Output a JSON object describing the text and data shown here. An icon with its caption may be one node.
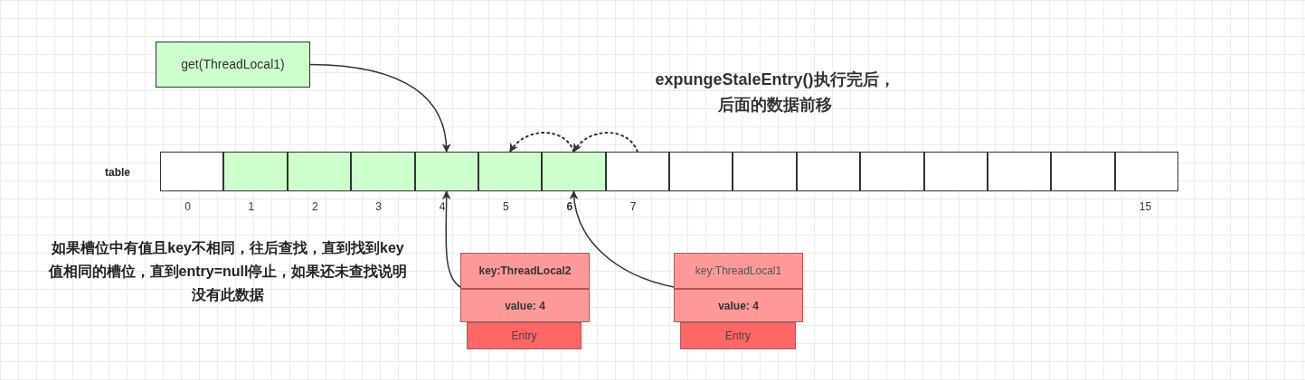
{
  "diagram": {
    "nodes": [
      {
        "text": [
          "get(ThreadLocal1)"
        ]
      },
      {
        "text": [],
        "shape": "box",
        "beside": [
          "0"
        ]
      },
      {
        "text": [],
        "shape": "box",
        "beside": [
          "1"
        ]
      },
      {
        "text": [],
        "shape": "box",
        "beside": [
          "2"
        ]
      },
      {
        "text": [],
        "shape": "box",
        "beside": [
          "3"
        ]
      },
      {
        "text": [],
        "shape": "box",
        "beside": [
          "4"
        ]
      },
      {
        "text": [],
        "shape": "box",
        "beside": [
          "5"
        ]
      },
      {
        "text": [],
        "shape": "box",
        "beside": [
          "6"
        ]
      },
      {
        "text": [],
        "shape": "box",
        "beside": [
          "7"
        ]
      },
      {
        "text": [],
        "shape": "box"
      },
      {
        "text": [],
        "shape": "box"
      },
      {
        "text": [],
        "shape": "box"
      },
      {
        "text": [],
        "shape": "box"
      },
      {
        "text": [],
        "shape": "box"
      },
      {
        "text": [],
        "shape": "box"
      },
      {
        "text": [],
        "shape": "box"
      },
      {
        "text": [],
        "shape": "box",
        "beside": [
          "15"
        ]
      },
      {
        "text": [
          "key:ThreadLocal2"
        ]
      },
      {
        "text": [
          "value: 4"
        ]
      },
      {
        "text": [
          "Entry"
        ]
      },
      {
        "text": [
          "key:ThreadLocal1"
        ]
      },
      {
        "text": [
          "value: 4"
        ]
      },
      {
        "text": [
          "Entry"
        ]
      }
    ],
    "edges": [
      {
        "from": 0,
        "to": 5,
        "arrow": "to"
      },
      {
        "from": 17,
        "to": 5,
        "arrow": "to"
      },
      {
        "from": 20,
        "to": 7,
        "arrow": "to"
      },
      {
        "from": 8,
        "to": 7,
        "arrow": "to",
        "style": "dashed"
      },
      {
        "from": 7,
        "to": 6,
        "arrow": "to",
        "style": "dashed"
      }
    ],
    "labels": [
      "expungeStaleEntry()执行完后，后面的数据前移",
      "table",
      "如果槽位中有值且key不相同，往后查找，直到找到key值相同的槽位，直到entry=null停止，如果还未查找说明没有此数据"
    ]
  }
}
